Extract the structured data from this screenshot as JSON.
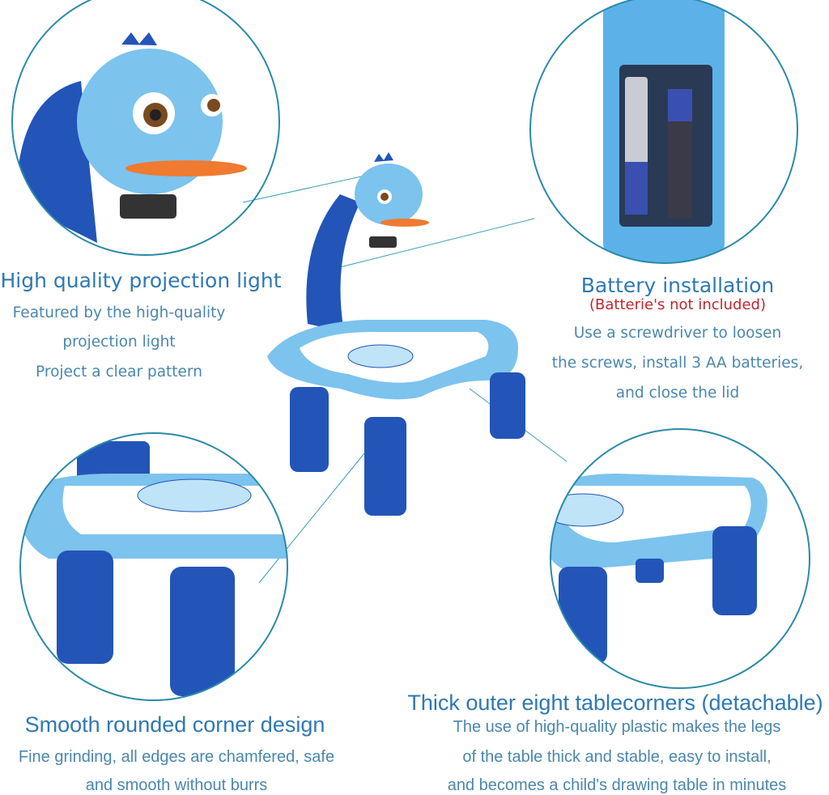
{
  "colors": {
    "title": "#2f78b3",
    "body": "#4a87ad",
    "warning": "#c0262c",
    "circle": "#2a8aa8",
    "plastic_light": "#7cc3ee",
    "plastic_dark": "#2355b8"
  },
  "features": {
    "projection": {
      "title": "High quality projection light",
      "lines": [
        "Featured by the high-quality",
        "projection light",
        "Project a clear pattern"
      ]
    },
    "battery": {
      "title": "Battery installation",
      "note": "(Batterie's not included)",
      "lines": [
        "Use a screwdriver to loosen",
        "the screws, install 3 AA batteries,",
        "and close the lid"
      ]
    },
    "corners": {
      "title": "Smooth rounded corner design",
      "lines": [
        "Fine grinding, all edges are chamfered, safe",
        "and smooth without burrs"
      ]
    },
    "legs": {
      "title": "Thick outer eight tablecorners (detachable)",
      "lines": [
        "The use of high-quality plastic makes the legs",
        "of the table thick and stable, easy to install,",
        "and becomes a child's drawing table in minutes"
      ]
    }
  }
}
